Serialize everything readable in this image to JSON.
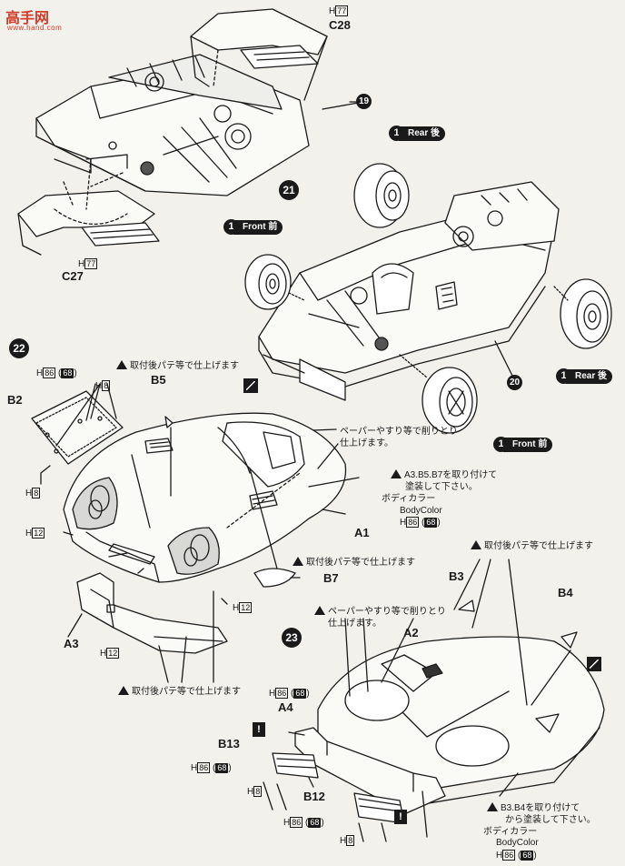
{
  "watermark": {
    "logo": "高手网",
    "url": "www.hand.com"
  },
  "steps": {
    "s19": "19",
    "s20": "20",
    "s21": "21",
    "s22": "22",
    "s23": "23"
  },
  "tags": {
    "rear_a": {
      "num": "1",
      "label": "Rear 後"
    },
    "front_a": {
      "num": "1",
      "label": "Front 前"
    },
    "rear_b": {
      "num": "1",
      "label": "Rear 後"
    },
    "front_b": {
      "num": "1",
      "label": "Front 前"
    }
  },
  "parts": {
    "c28": "C28",
    "c27": "C27",
    "b5": "B5",
    "b2": "B2",
    "a1": "A1",
    "a3": "A3",
    "b7": "B7",
    "b3": "B3",
    "b4": "B4",
    "a2": "A2",
    "a4": "A4",
    "b13": "B13",
    "b12": "B12"
  },
  "codes": {
    "h77": "77",
    "h86": "86",
    "h68": "68",
    "h8": "8",
    "h12": "12",
    "h_prefix": "H"
  },
  "notes": {
    "putty_after": "取付後パテ等で仕上げます",
    "sand_1": "ペーパーやすり等で削りとり",
    "sand_2": "仕上げます。",
    "attach_a": "A3.B5.B7を取り付けて",
    "paint_a": "塗装して下さい。",
    "body_color_jp": "ボディカラー",
    "body_color_en": "BodyColor",
    "attach_b": "B3.B4を取り付けて",
    "paint_b": "から塗装して下さい。"
  }
}
